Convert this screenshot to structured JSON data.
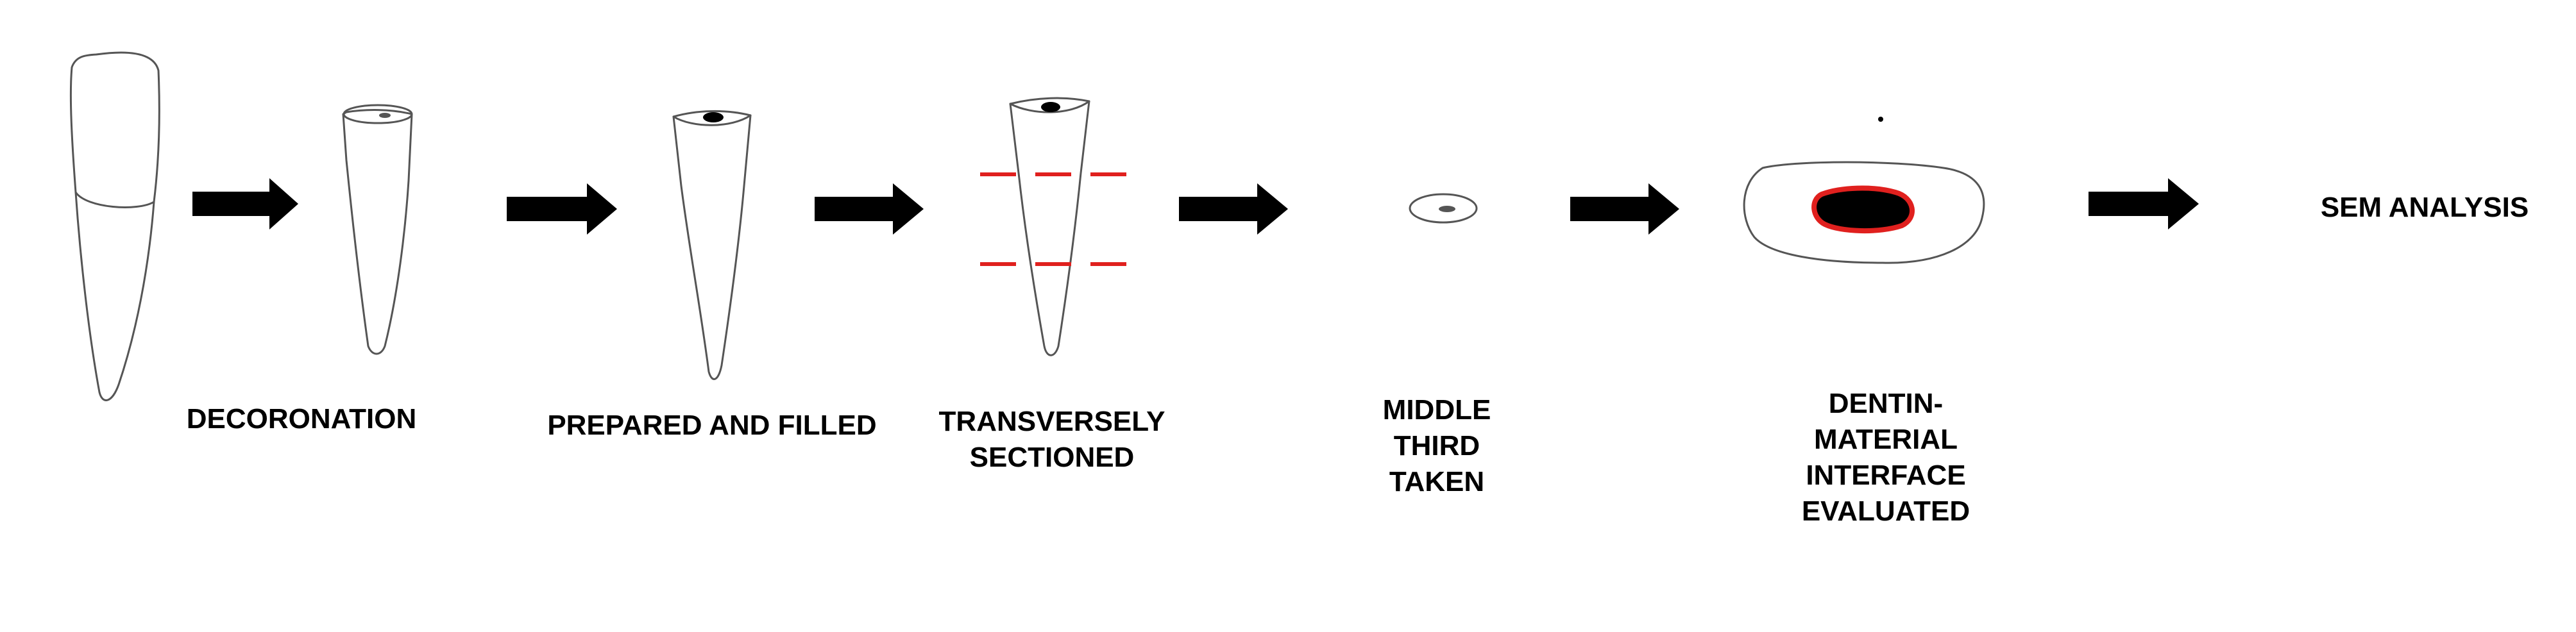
{
  "colors": {
    "outline": "#555555",
    "arrow": "#000000",
    "section_cut": "#e0201e",
    "canal": "#000000",
    "interface": "#e0201e"
  },
  "steps": [
    {
      "lines": [
        "DECORONATION"
      ]
    },
    {
      "lines": [
        "PREPARED AND FILLED"
      ]
    },
    {
      "lines": [
        "TRANSVERSELY",
        "SECTIONED"
      ]
    },
    {
      "lines": [
        "MIDDLE",
        "THIRD",
        "TAKEN"
      ]
    },
    {
      "lines": [
        "DENTIN-",
        "MATERIAL",
        "INTERFACE",
        "EVALUATED"
      ]
    },
    {
      "lines": [
        "SEM ANALYSIS"
      ]
    }
  ]
}
